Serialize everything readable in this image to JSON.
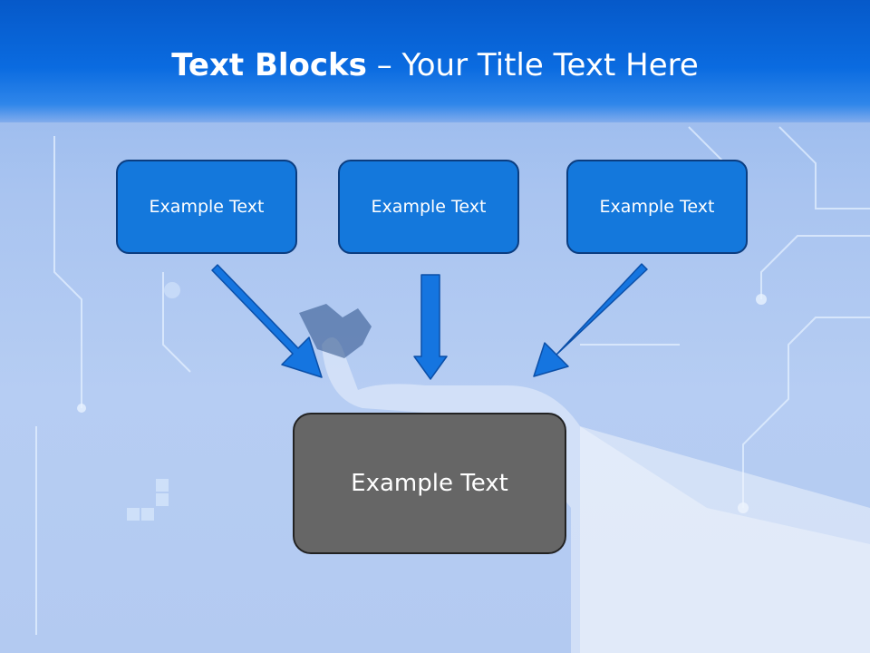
{
  "slide": {
    "title_bold": "Text Blocks",
    "title_rest": " – Your Title Text Here"
  },
  "boxes": [
    {
      "label": "Example Text"
    },
    {
      "label": "Example Text"
    },
    {
      "label": "Example Text"
    }
  ],
  "main_box": {
    "label": "Example Text"
  },
  "colors": {
    "header": "#0a6be0",
    "box_fill": "#1478dc",
    "box_border": "#0b3d80",
    "main_fill": "#666666",
    "arrow": "#1575e0"
  }
}
